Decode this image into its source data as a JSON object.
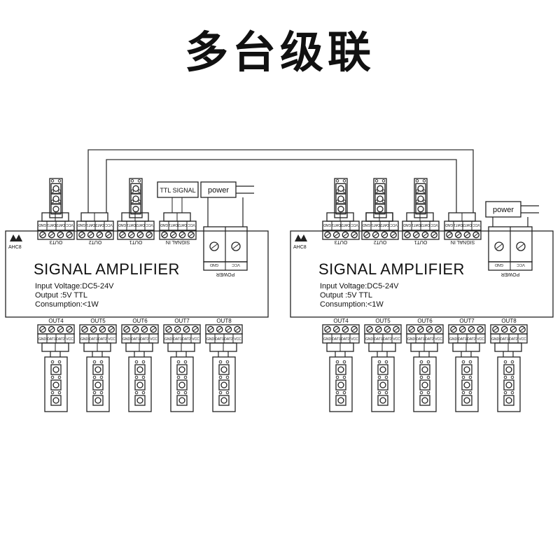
{
  "title": "多台级联",
  "amplifiers": [
    {
      "logo": "AHC8",
      "product_name": "SIGNAL AMPLIFIER",
      "specs": [
        "Input Voltage:DC5-24V",
        "Output :5V  TTL",
        "Consumption:<1W"
      ],
      "top_ports": [
        "OUT3",
        "OUT2",
        "OUT1",
        "SIGNAL IN"
      ],
      "power_label": "POWER",
      "bottom_ports": [
        "OUT4",
        "OUT5",
        "OUT6",
        "OUT7",
        "OUT8"
      ]
    },
    {
      "logo": "AHC8",
      "product_name": "SIGNAL AMPLIFIER",
      "specs": [
        "Input Voltage:DC5-24V",
        "Output :5V  TTL",
        "Consumption:<1W"
      ],
      "top_ports": [
        "OUT3",
        "OUT2",
        "OUT1",
        "SIGNAL IN"
      ],
      "power_label": "POWER",
      "bottom_ports": [
        "OUT4",
        "OUT5",
        "OUT6",
        "OUT7",
        "OUT8"
      ]
    }
  ],
  "pins_out": [
    "GND",
    "DAT1",
    "DAT2",
    "VCC"
  ],
  "pins_power": [
    "GND",
    "VCC"
  ],
  "ttl_signal_label": "TTL SIGNAL",
  "power_connector_label": "power"
}
